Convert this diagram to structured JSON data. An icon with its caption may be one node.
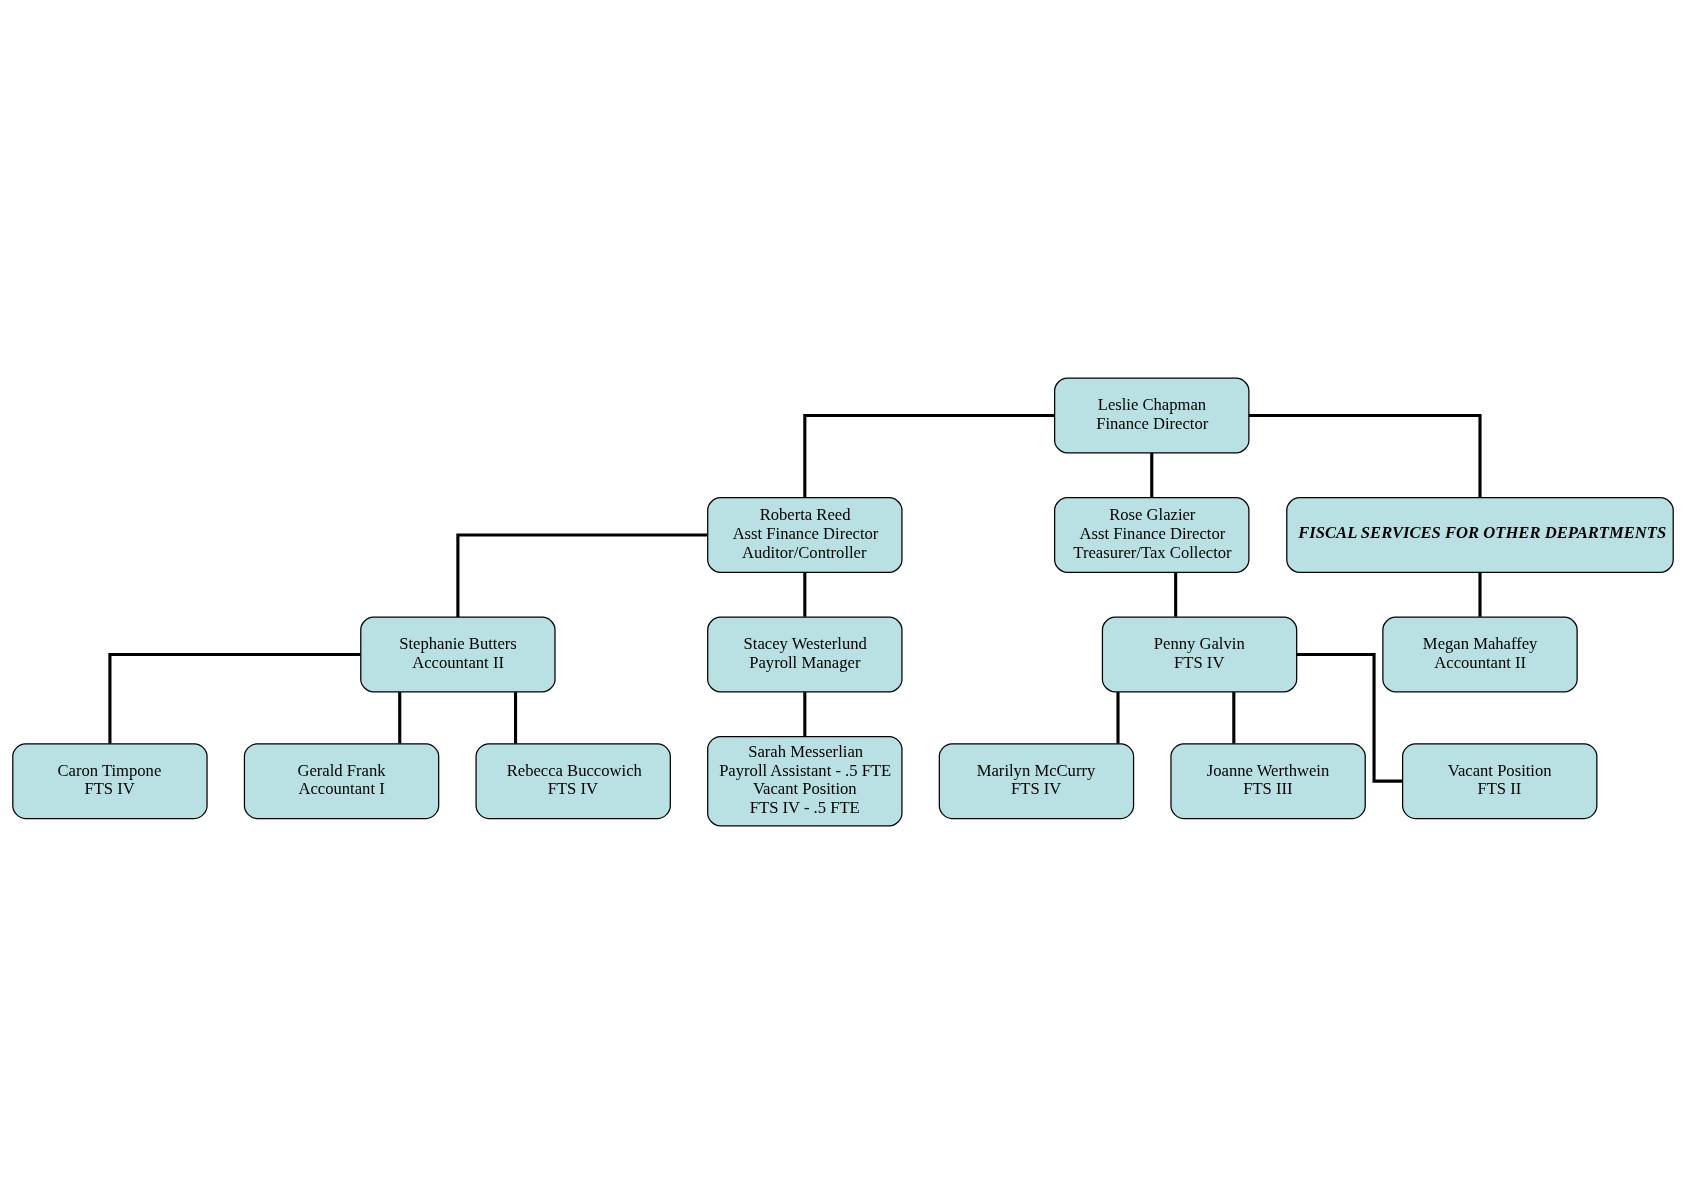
{
  "diagram": {
    "nodes": [
      {
        "text": [
          "Leslie Chapman",
          "Finance Director"
        ]
      },
      {
        "text": [
          "Roberta Reed",
          "Asst Finance Director",
          "Auditor/Controller"
        ]
      },
      {
        "text": [
          "Rose Glazier",
          "Asst Finance Director",
          "Treasurer/Tax Collector"
        ]
      },
      {
        "text": [
          "FISCAL SERVICES FOR OTHER DEPARTMENTS"
        ]
      },
      {
        "text": [
          "Stephanie Butters",
          "Accountant II"
        ]
      },
      {
        "text": [
          "Stacey Westerlund",
          "Payroll Manager"
        ]
      },
      {
        "text": [
          "Penny Galvin",
          "FTS IV"
        ]
      },
      {
        "text": [
          "Megan Mahaffey",
          "Accountant II"
        ]
      },
      {
        "text": [
          "Caron Timpone",
          "FTS IV"
        ]
      },
      {
        "text": [
          "Sarah Messerlian",
          "Payroll Assistant - .5 FTE",
          "Vacant Position",
          "FTS IV - .5 FTE"
        ]
      },
      {
        "text": [
          "Marilyn McCurry",
          "FTS IV"
        ]
      },
      {
        "text": [
          "Gerald Frank",
          "Accountant I"
        ]
      },
      {
        "text": [
          "Joanne Werthwein",
          "FTS III"
        ]
      },
      {
        "text": [
          "Rebecca Buccowich",
          "FTS IV"
        ]
      },
      {
        "text": [
          "Vacant Position",
          "FTS II"
        ]
      }
    ],
    "edges": [
      {
        "from": 0,
        "to": 1,
        "arrow": "none"
      },
      {
        "from": 0,
        "to": 2,
        "arrow": "none"
      },
      {
        "from": 0,
        "to": 3,
        "arrow": "none"
      },
      {
        "from": 1,
        "to": 4,
        "arrow": "none"
      },
      {
        "from": 1,
        "to": 5,
        "arrow": "none"
      },
      {
        "from": 2,
        "to": 6,
        "arrow": "none"
      },
      {
        "from": 3,
        "to": 7,
        "arrow": "none"
      },
      {
        "from": 4,
        "to": 8,
        "arrow": "none"
      },
      {
        "from": 4,
        "to": 11,
        "arrow": "none"
      },
      {
        "from": 4,
        "to": 13,
        "arrow": "none"
      },
      {
        "from": 5,
        "to": 9,
        "arrow": "none"
      },
      {
        "from": 6,
        "to": 10,
        "arrow": "none"
      },
      {
        "from": 6,
        "to": 12,
        "arrow": "none"
      },
      {
        "from": 6,
        "to": 14,
        "arrow": "none"
      }
    ]
  }
}
